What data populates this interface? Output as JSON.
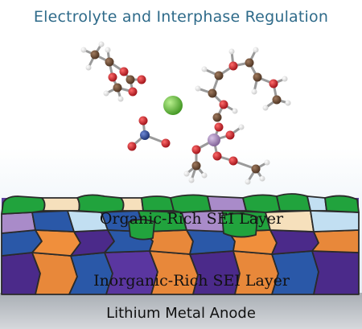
{
  "title": "Electrolyte and Interphase Regulation",
  "layers": {
    "organic": "Organic-Rich SEI Layer",
    "inorganic": "Inorganic-Rich SEI Layer",
    "anode": "Lithium Metal Anode"
  },
  "colors": {
    "carbon": "#6b4a35",
    "oxygen": "#d0202a",
    "hydrogen": "#f2f2f2",
    "nitrogen": "#2b4a9c",
    "phosphorus": "#a98bbd",
    "lithium_ion": "#6fc23a",
    "green_grain": "#21a33d",
    "lavender_grain": "#a98bc9",
    "light_blue_grain": "#c2dff2",
    "cream_grain": "#f6e0bc",
    "orange_grain": "#e8883a",
    "blue_grain": "#2a58a8",
    "purple_grain": "#4b2a8a",
    "anode": "#b9bdc3"
  }
}
